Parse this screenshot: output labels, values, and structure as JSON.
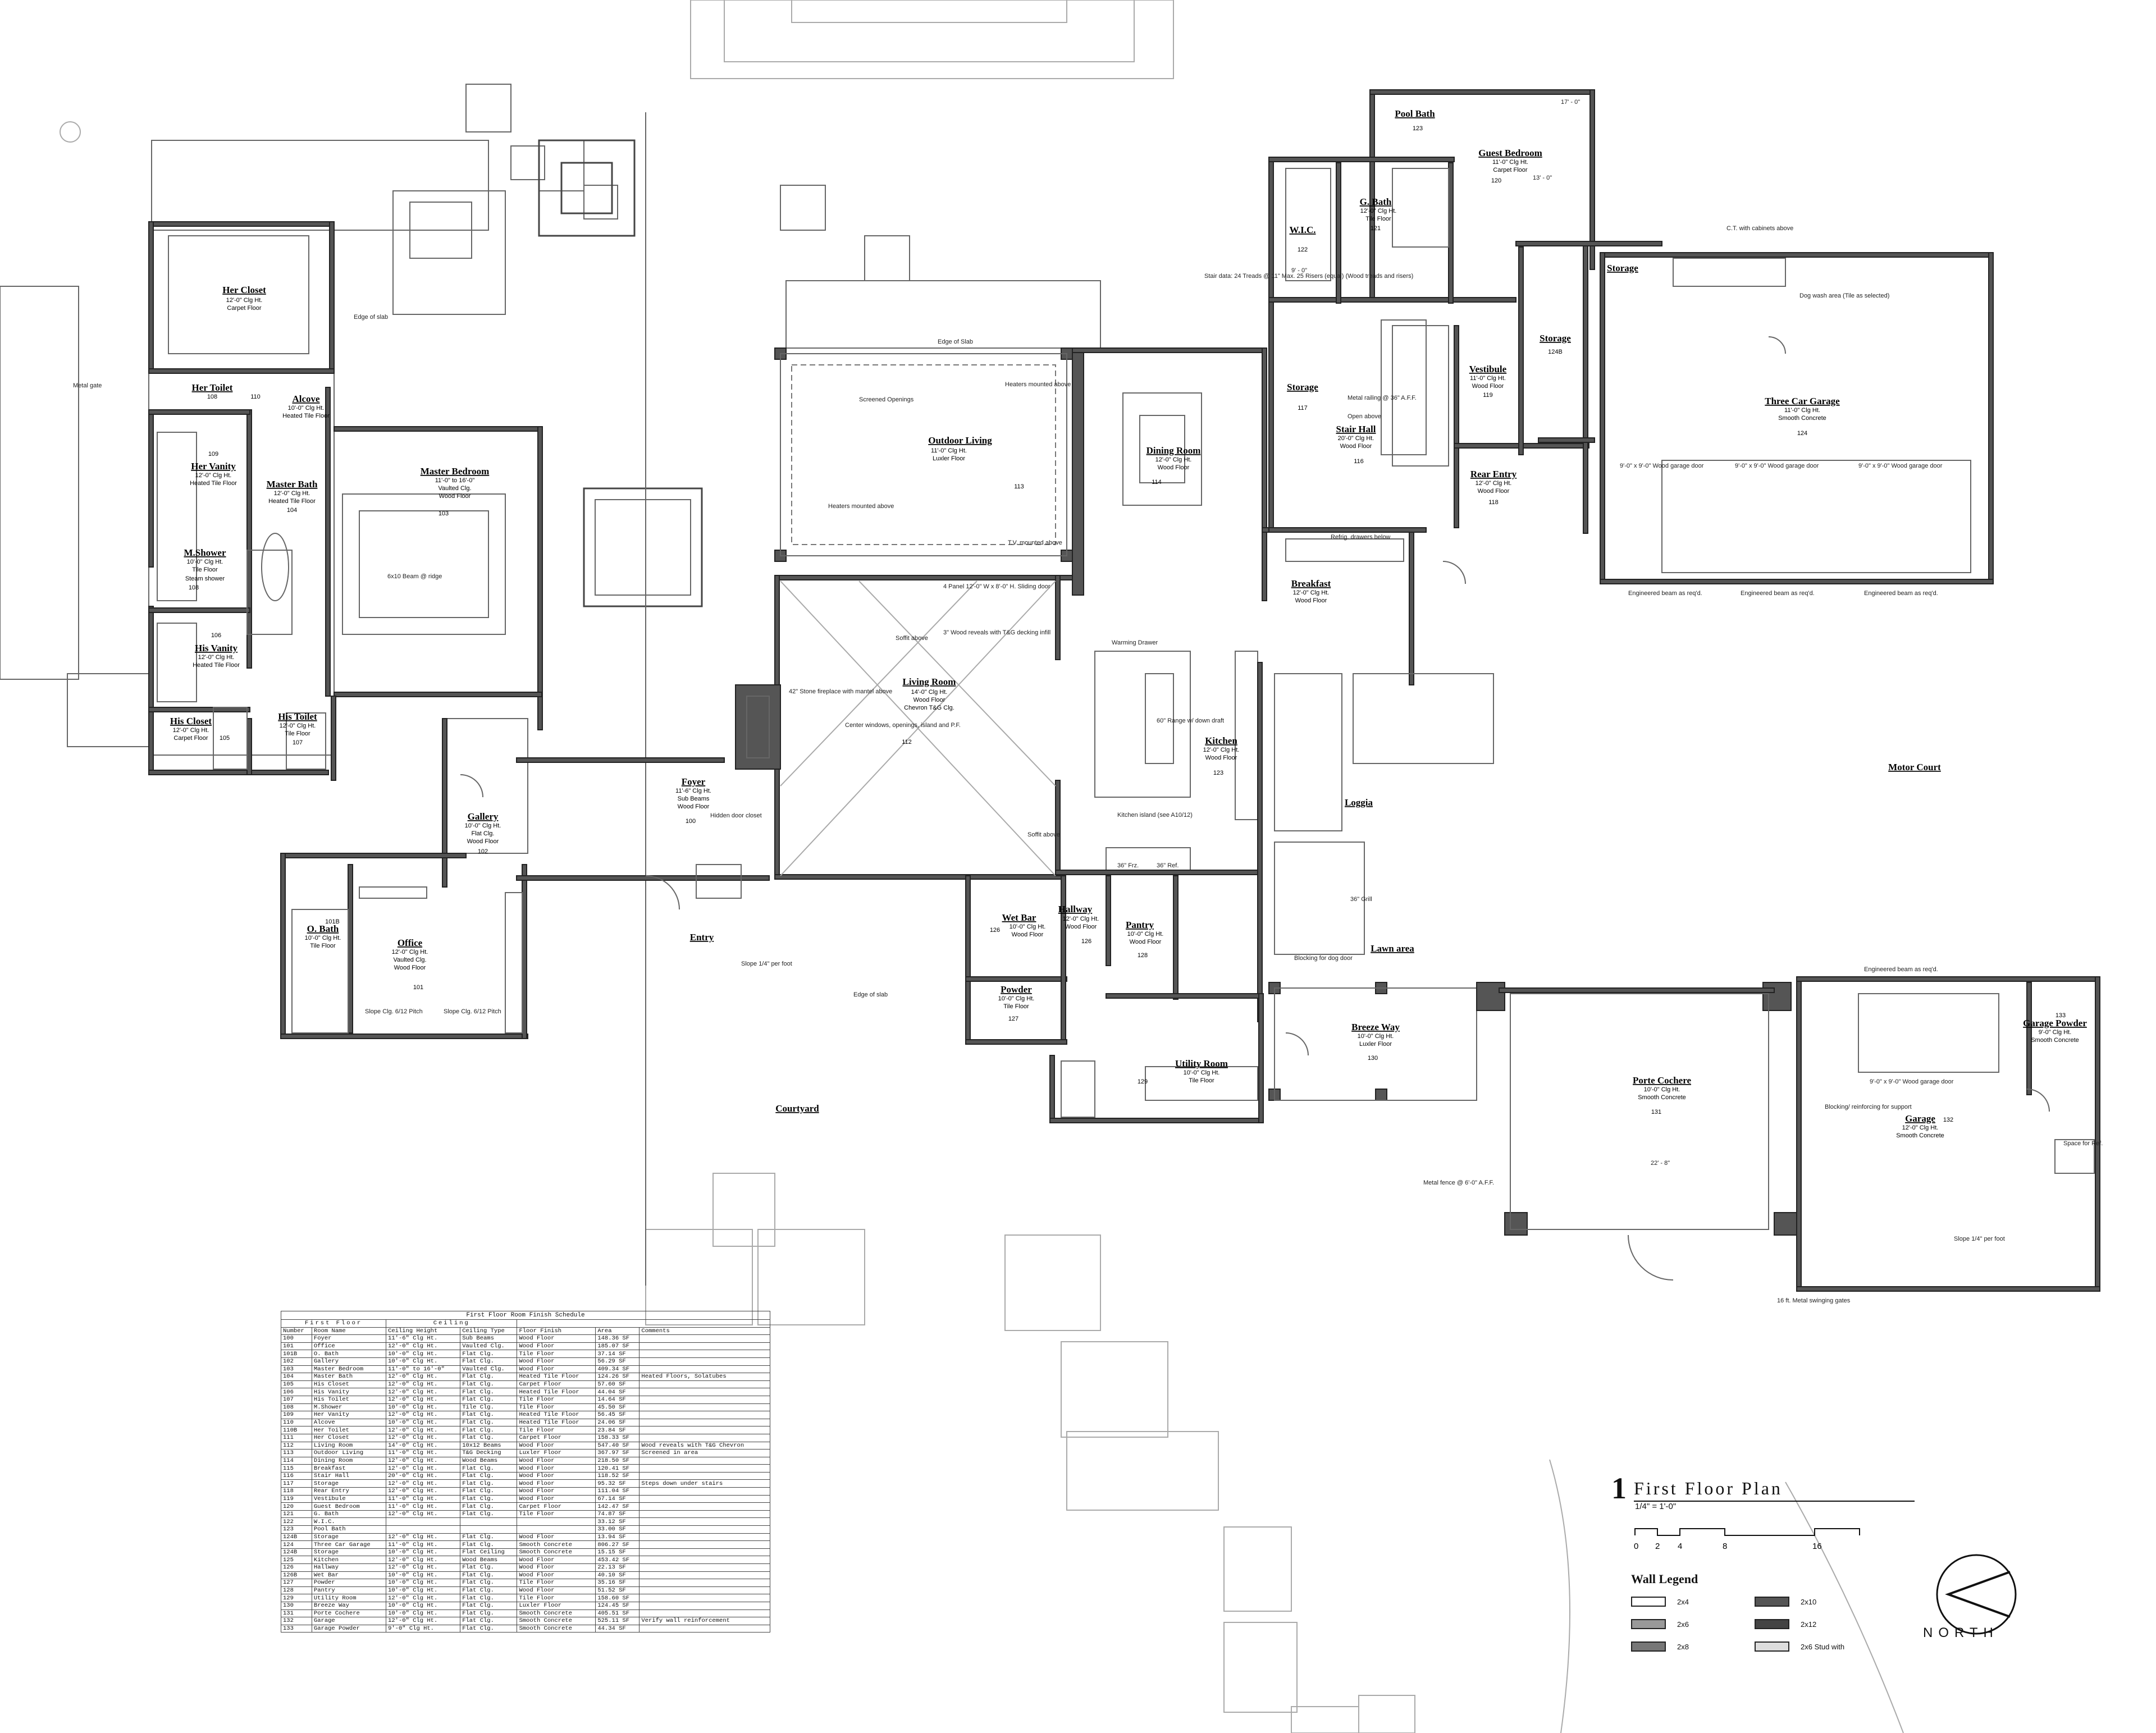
{
  "rooms": {
    "her_closet": {
      "name": "Her Closet",
      "lines": [
        "12'-0\" Clg Ht.",
        "Carpet Floor"
      ]
    },
    "her_toilet": {
      "name": "Her Toilet",
      "number": "108"
    },
    "alcove": {
      "name": "Alcove",
      "number": "110",
      "lines": [
        "10'-0\" Clg Ht.",
        "Heated Tile Floor"
      ]
    },
    "her_vanity": {
      "name": "Her Vanity",
      "number": "109",
      "lines": [
        "12'-0\" Clg Ht.",
        "Heated Tile Floor"
      ]
    },
    "master_bath": {
      "name": "Master Bath",
      "number": "104",
      "lines": [
        "12'-0\" Clg Ht.",
        "Heated Tile Floor"
      ]
    },
    "m_shower": {
      "name": "M.Shower",
      "number": "108",
      "lines": [
        "10'-0\" Clg Ht.",
        "Tile Floor",
        "Steam shower"
      ]
    },
    "his_vanity": {
      "name": "His Vanity",
      "number": "106",
      "lines": [
        "12'-0\" Clg Ht.",
        "Heated Tile Floor"
      ]
    },
    "his_closet": {
      "name": "His Closet",
      "number": "105",
      "lines": [
        "12'-0\" Clg Ht.",
        "Carpet Floor"
      ]
    },
    "his_toilet": {
      "name": "His Toilet",
      "number": "107",
      "lines": [
        "12'-0\" Clg Ht.",
        "Tile Floor"
      ]
    },
    "master_bedroom": {
      "name": "Master Bedroom",
      "number": "103",
      "lines": [
        "11'-0\" to 16'-0\"",
        "Vaulted Clg.",
        "Wood Floor"
      ]
    },
    "gallery": {
      "name": "Gallery",
      "number": "102",
      "lines": [
        "10'-0\" Clg Ht.",
        "Flat Clg.",
        "Wood Floor"
      ]
    },
    "office": {
      "name": "Office",
      "number": "101",
      "lines": [
        "12'-0\" Clg Ht.",
        "Vaulted Clg.",
        "Wood Floor"
      ]
    },
    "o_bath": {
      "name": "O. Bath",
      "number": "101B",
      "lines": [
        "10'-0\" Clg Ht.",
        "Tile Floor"
      ]
    },
    "foyer": {
      "name": "Foyer",
      "number": "100",
      "lines": [
        "11'-6\" Clg Ht.",
        "Sub Beams",
        "Wood Floor"
      ]
    },
    "outdoor_living": {
      "name": "Outdoor Living",
      "number": "113",
      "lines": [
        "11'-0\" Clg Ht.",
        "Luxler Floor"
      ]
    },
    "living_room": {
      "name": "Living Room",
      "number": "112",
      "lines": [
        "14'-0\" Clg Ht.",
        "Wood Floor",
        "Chevron T&G Clg."
      ]
    },
    "dining_room": {
      "name": "Dining Room",
      "number": "114",
      "lines": [
        "12'-0\" Clg Ht.",
        "Wood Floor"
      ]
    },
    "breakfast": {
      "name": "Breakfast",
      "lines": [
        "12'-0\" Clg Ht.",
        "Wood Floor"
      ]
    },
    "kitchen": {
      "name": "Kitchen",
      "number": "123",
      "lines": [
        "12'-0\" Clg Ht.",
        "Wood Floor"
      ]
    },
    "wet_bar": {
      "name": "Wet Bar",
      "number": "126",
      "lines": [
        "10'-0\" Clg Ht.",
        "Wood Floor"
      ]
    },
    "hallway": {
      "name": "Hallway",
      "number": "126",
      "lines": [
        "12'-0\" Clg Ht.",
        "Wood Floor"
      ]
    },
    "pantry": {
      "name": "Pantry",
      "number": "128",
      "lines": [
        "10'-0\" Clg Ht.",
        "Wood Floor"
      ]
    },
    "powder": {
      "name": "Powder",
      "number": "127",
      "lines": [
        "10'-0\" Clg Ht.",
        "Tile Floor"
      ]
    },
    "utility_room": {
      "name": "Utility Room",
      "number": "129",
      "lines": [
        "10'-0\" Clg Ht.",
        "Tile Floor"
      ]
    },
    "breeze_way": {
      "name": "Breeze Way",
      "number": "130",
      "lines": [
        "10'-0\" Clg Ht.",
        "Luxler Floor"
      ]
    },
    "porte_cochere": {
      "name": "Porte Cochere",
      "number": "131",
      "lines": [
        "10'-0\" Clg Ht.",
        "Smooth Concrete"
      ]
    },
    "garage": {
      "name": "Garage",
      "number": "132",
      "lines": [
        "12'-0\" Clg Ht.",
        "Smooth Concrete"
      ]
    },
    "garage_powder": {
      "name": "Garage Powder",
      "number": "133",
      "lines": [
        "9'-0\" Clg Ht.",
        "Smooth Concrete"
      ]
    },
    "three_car_garage": {
      "name": "Three Car Garage",
      "number": "124",
      "lines": [
        "11'-0\" Clg Ht.",
        "Smooth Concrete"
      ]
    },
    "storage_124b": {
      "name": "Storage",
      "number": "124B"
    },
    "storage_117": {
      "name": "Storage",
      "number": "117"
    },
    "stair_hall": {
      "name": "Stair Hall",
      "number": "116",
      "lines": [
        "20'-0\" Clg Ht.",
        "Wood Floor"
      ]
    },
    "vestibule": {
      "name": "Vestibule",
      "number": "119",
      "lines": [
        "11'-0\" Clg Ht.",
        "Wood Floor"
      ]
    },
    "rear_entry": {
      "name": "Rear Entry",
      "number": "118",
      "lines": [
        "12'-0\" Clg Ht.",
        "Wood Floor"
      ]
    },
    "guest_bedroom": {
      "name": "Guest Bedroom",
      "number": "120",
      "lines": [
        "11'-0\" Clg Ht.",
        "Carpet Floor"
      ]
    },
    "g_bath": {
      "name": "G. Bath",
      "number": "121",
      "lines": [
        "12'-0\" Clg Ht.",
        "Tile Floor"
      ]
    },
    "pool_bath": {
      "name": "Pool Bath",
      "number": "123"
    },
    "wic": {
      "name": "W.I.C.",
      "number": "122"
    },
    "storage_top": {
      "name": "Storage"
    },
    "loggia": {
      "name": "Loggia"
    },
    "motor_court": {
      "name": "Motor Court"
    },
    "lawn_area": {
      "name": "Lawn area"
    },
    "courtyard": {
      "name": "Courtyard"
    },
    "entry": {
      "name": "Entry"
    }
  },
  "notes": {
    "edge_of_slab": "Edge of slab",
    "edge_of_slab_2": "Edge of Slab",
    "screened_openings": "Screened Openings",
    "heaters_above": "Heaters mounted above",
    "tv_above": "T.V. mounted above",
    "sliding_door": "4 Panel 12'-0\" W x 8'-0\" H. Sliding door",
    "soffit_above": "Soffit above",
    "wood_reveals": "3\" Wood reveals with T&G decking infill",
    "fireplace": "42\" Stone fireplace with mantel above",
    "center_windows": "Center windows, openings, island and P.F.",
    "hidden_door": "Hidden door closet",
    "kitchen_island": "Kitchen island (see A10/12)",
    "range": "60\" Range w/ down draft",
    "warming_drawer": "Warming Drawer",
    "grill": "36\" Grill",
    "frz": "36\" Frz.",
    "ref": "36\" Ref.",
    "blocking_dog_door": "Blocking for dog door",
    "metal_fence": "Metal fence @ 6'-0\" A.F.F.",
    "metal_swinging_gates": "16 ft. Metal swinging gates",
    "dog_wash": "Dog wash area (Tile as selected)",
    "ct_cabinets": "C.T. with cabinets above",
    "stair_data": "Stair data: 24 Treads @ 11\" Max. 25 Risers (equal) (Wood treads and risers)",
    "engineered_beam": "Engineered beam as req'd.",
    "garage_door_9x9": "9'-0\" x 9'-0\" Wood garage door",
    "metal_gate": "Metal gate",
    "slopes_ridge": "Slope Clg. 6/12 Pitch",
    "beam_ridge": "6x10 Beam @ ridge",
    "open_above": "Open above",
    "metal_railing": "Metal railing @ 36\" A.F.F.",
    "refrig_drawers": "Refrig. drawers below",
    "blocking_support": "Blocking/ reinforcing for support",
    "space_for_ref": "Space for Ref.",
    "dim_22": "22' - 8\"",
    "dim_17": "17' - 0\"",
    "dim_13": "13' - 0\"",
    "dim_9": "9' - 0\"",
    "slope_note": "Slope 1/4\" per foot"
  },
  "schedule": {
    "caption": "First Floor Room Finish Schedule",
    "group_first_floor": "First Floor",
    "group_ceiling": "Ceiling",
    "headers": [
      "Number",
      "Room Name",
      "Ceiling Height",
      "Ceiling Type",
      "Floor Finish",
      "Area",
      "Comments"
    ],
    "rows": [
      [
        "100",
        "Foyer",
        "11'-6\" Clg Ht.",
        "Sub Beams",
        "Wood Floor",
        "148.36 SF",
        ""
      ],
      [
        "101",
        "Office",
        "12'-0\" Clg Ht.",
        "Vaulted Clg.",
        "Wood Floor",
        "185.07 SF",
        ""
      ],
      [
        "101B",
        "O. Bath",
        "10'-0\" Clg Ht.",
        "Flat Clg.",
        "Tile Floor",
        "37.14 SF",
        ""
      ],
      [
        "102",
        "Gallery",
        "10'-0\" Clg Ht.",
        "Flat Clg.",
        "Wood Floor",
        "56.29 SF",
        ""
      ],
      [
        "103",
        "Master Bedroom",
        "11'-0\" to 16'-0\"",
        "Vaulted Clg.",
        "Wood Floor",
        "409.34 SF",
        ""
      ],
      [
        "104",
        "Master Bath",
        "12'-0\" Clg Ht.",
        "Flat Clg.",
        "Heated Tile Floor",
        "124.26 SF",
        "Heated Floors, Solatubes"
      ],
      [
        "105",
        "His Closet",
        "12'-0\" Clg Ht.",
        "Flat Clg.",
        "Carpet Floor",
        "57.60 SF",
        ""
      ],
      [
        "106",
        "His Vanity",
        "12'-0\" Clg Ht.",
        "Flat Clg.",
        "Heated Tile Floor",
        "44.04 SF",
        ""
      ],
      [
        "107",
        "His Toilet",
        "12'-0\" Clg Ht.",
        "Flat Clg.",
        "Tile Floor",
        "14.64 SF",
        ""
      ],
      [
        "108",
        "M.Shower",
        "10'-0\" Clg Ht.",
        "Tile Clg.",
        "Tile Floor",
        "45.50 SF",
        ""
      ],
      [
        "109",
        "Her Vanity",
        "12'-0\" Clg Ht.",
        "Flat Clg.",
        "Heated Tile Floor",
        "56.45 SF",
        ""
      ],
      [
        "110",
        "Alcove",
        "10'-0\" Clg Ht.",
        "Flat Clg.",
        "Heated Tile Floor",
        "24.06 SF",
        ""
      ],
      [
        "110B",
        "Her Toilet",
        "12'-0\" Clg Ht.",
        "Flat Clg.",
        "Tile Floor",
        "23.84 SF",
        ""
      ],
      [
        "111",
        "Her Closet",
        "12'-0\" Clg Ht.",
        "Flat Clg.",
        "Carpet Floor",
        "158.33 SF",
        ""
      ],
      [
        "112",
        "Living Room",
        "14'-0\" Clg Ht.",
        "10x12 Beams",
        "Wood Floor",
        "547.40 SF",
        "Wood reveals with T&G Chevron"
      ],
      [
        "113",
        "Outdoor Living",
        "11'-0\" Clg Ht.",
        "T&G Decking",
        "Luxler Floor",
        "367.97 SF",
        "Screened in area"
      ],
      [
        "114",
        "Dining Room",
        "12'-0\" Clg Ht.",
        "Wood Beams",
        "Wood Floor",
        "218.50 SF",
        ""
      ],
      [
        "115",
        "Breakfast",
        "12'-0\" Clg Ht.",
        "Flat Clg.",
        "Wood Floor",
        "120.41 SF",
        ""
      ],
      [
        "116",
        "Stair Hall",
        "20'-0\" Clg Ht.",
        "Flat Clg.",
        "Wood Floor",
        "118.52 SF",
        ""
      ],
      [
        "117",
        "Storage",
        "12'-0\" Clg Ht.",
        "Flat Clg.",
        "Wood Floor",
        "95.32 SF",
        "Steps down under stairs"
      ],
      [
        "118",
        "Rear Entry",
        "12'-0\" Clg Ht.",
        "Flat Clg.",
        "Wood Floor",
        "111.04 SF",
        ""
      ],
      [
        "119",
        "Vestibule",
        "11'-0\" Clg Ht.",
        "Flat Clg.",
        "Wood Floor",
        "67.14 SF",
        ""
      ],
      [
        "120",
        "Guest Bedroom",
        "11'-0\" Clg Ht.",
        "Flat Clg.",
        "Carpet Floor",
        "142.47 SF",
        ""
      ],
      [
        "121",
        "G. Bath",
        "12'-0\" Clg Ht.",
        "Flat Clg.",
        "Tile Floor",
        "74.87 SF",
        ""
      ],
      [
        "122",
        "W.I.C.",
        "",
        "",
        "",
        "33.12 SF",
        ""
      ],
      [
        "123",
        "Pool Bath",
        "",
        "",
        "",
        "33.00 SF",
        ""
      ],
      [
        "124B",
        "Storage",
        "12'-0\" Clg Ht.",
        "Flat Clg.",
        "Wood Floor",
        "13.94 SF",
        ""
      ],
      [
        "124",
        "Three Car Garage",
        "11'-0\" Clg Ht.",
        "Flat Clg.",
        "Smooth Concrete",
        "806.27 SF",
        ""
      ],
      [
        "124B",
        "Storage",
        "10'-0\" Clg Ht.",
        "Flat Ceiling",
        "Smooth Concrete",
        "15.15 SF",
        ""
      ],
      [
        "125",
        "Kitchen",
        "12'-0\" Clg Ht.",
        "Wood Beams",
        "Wood Floor",
        "453.42 SF",
        ""
      ],
      [
        "126",
        "Hallway",
        "12'-0\" Clg Ht.",
        "Flat Clg.",
        "Wood Floor",
        "22.13 SF",
        ""
      ],
      [
        "126B",
        "Wet Bar",
        "10'-0\" Clg Ht.",
        "Flat Clg.",
        "Wood Floor",
        "40.10 SF",
        ""
      ],
      [
        "127",
        "Powder",
        "10'-0\" Clg Ht.",
        "Flat Clg.",
        "Tile Floor",
        "35.16 SF",
        ""
      ],
      [
        "128",
        "Pantry",
        "10'-0\" Clg Ht.",
        "Flat Clg.",
        "Wood Floor",
        "51.52 SF",
        ""
      ],
      [
        "129",
        "Utility Room",
        "12'-0\" Clg Ht.",
        "Flat Clg.",
        "Tile Floor",
        "158.60 SF",
        ""
      ],
      [
        "130",
        "Breeze Way",
        "10'-0\" Clg Ht.",
        "Flat Clg.",
        "Luxler Floor",
        "124.45 SF",
        ""
      ],
      [
        "131",
        "Porte Cochere",
        "10'-0\" Clg Ht.",
        "Flat Clg.",
        "Smooth Concrete",
        "405.51 SF",
        ""
      ],
      [
        "132",
        "Garage",
        "12'-0\" Clg Ht.",
        "Flat Clg.",
        "Smooth Concrete",
        "525.11 SF",
        "Verify wall reinforcement"
      ],
      [
        "133",
        "Garage Powder",
        "9'-0\" Clg Ht.",
        "Flat Clg.",
        "Smooth Concrete",
        "44.34 SF",
        ""
      ]
    ]
  },
  "title_block": {
    "number": "1",
    "title": "First Floor Plan",
    "scale": "1/4\" = 1'-0\"",
    "scale_ticks": [
      "0",
      "2",
      "4",
      "8",
      "16"
    ]
  },
  "legend": {
    "title": "Wall Legend",
    "items": [
      {
        "label": "2x4",
        "fill": "#ffffff"
      },
      {
        "label": "2x10",
        "fill": "#555555"
      },
      {
        "label": "2x6",
        "fill": "#999999"
      },
      {
        "label": "2x12",
        "fill": "#444444"
      },
      {
        "label": "2x8",
        "fill": "#777777"
      },
      {
        "label": "2x6 Stud with",
        "fill": "#dddddd"
      }
    ]
  },
  "north": {
    "label": "NORTH"
  }
}
